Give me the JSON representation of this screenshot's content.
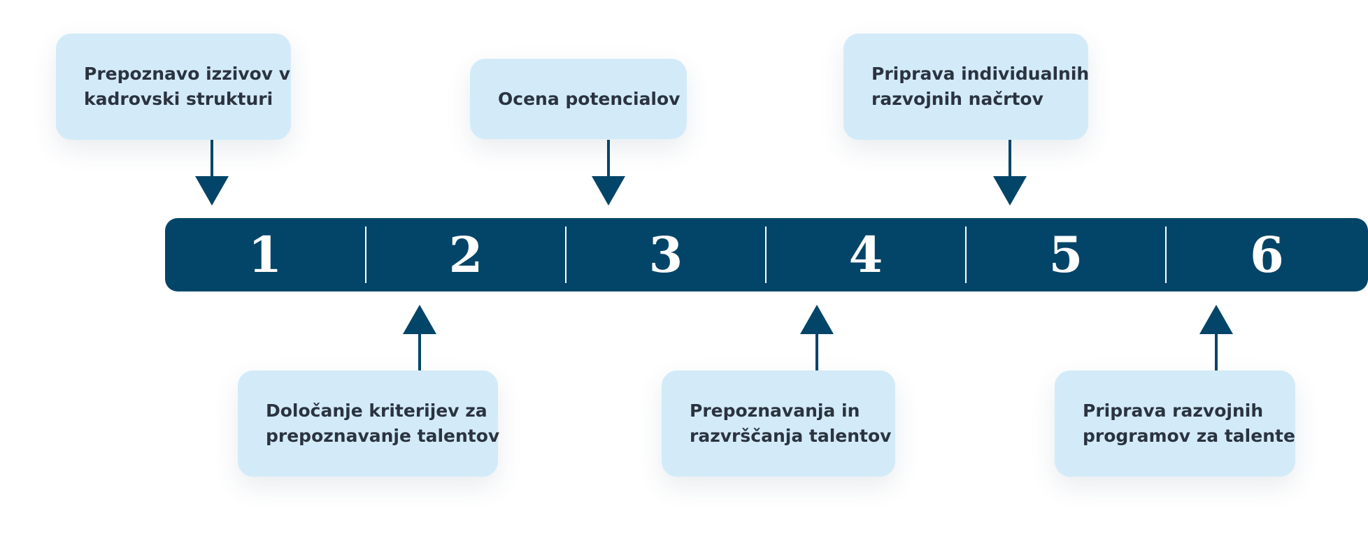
{
  "colors": {
    "timeline": "#024568",
    "card_background": "#d3ebf8",
    "card_text": "#2b3340",
    "arrow": "#024568",
    "number_text": "#ffffff"
  },
  "timeline": {
    "steps": [
      "1",
      "2",
      "3",
      "4",
      "5",
      "6"
    ]
  },
  "cards": {
    "top": [
      {
        "step": "1",
        "lines": [
          "Prepoznavo izzivov v",
          "kadrovski strukturi"
        ]
      },
      {
        "step": "3",
        "lines": [
          "Ocena potencialov"
        ]
      },
      {
        "step": "5",
        "lines": [
          "Priprava individualnih",
          "razvojnih načrtov"
        ]
      }
    ],
    "bottom": [
      {
        "step": "2",
        "lines": [
          "Določanje kriterijev za",
          "prepoznavanje talentov"
        ]
      },
      {
        "step": "4",
        "lines": [
          "Prepoznavanja in",
          "razvrščanja talentov"
        ]
      },
      {
        "step": "6",
        "lines": [
          "Priprava razvojnih",
          "programov za talente"
        ]
      }
    ]
  }
}
